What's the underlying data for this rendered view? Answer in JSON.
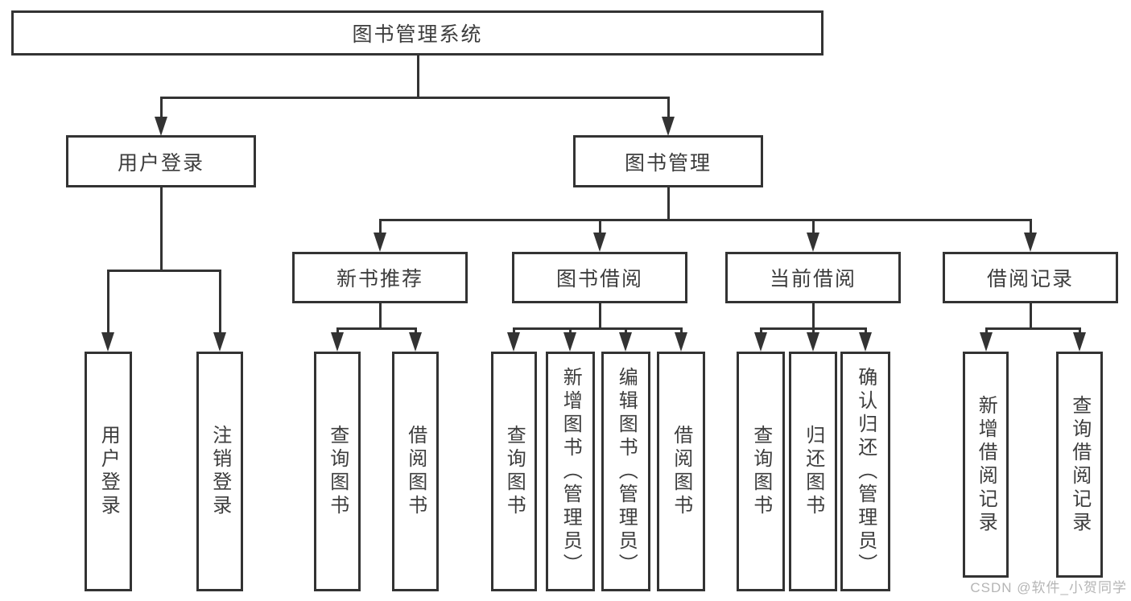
{
  "tree": {
    "root": "图书管理系统",
    "children": [
      {
        "label": "用户登录",
        "children": [
          "用户登录",
          "注销登录"
        ]
      },
      {
        "label": "图书管理",
        "children": [
          {
            "label": "新书推荐",
            "children": [
              "查询图书",
              "借阅图书"
            ]
          },
          {
            "label": "图书借阅",
            "children": [
              "查询图书",
              "新增图书（管理员）",
              "编辑图书（管理员）",
              "借阅图书"
            ]
          },
          {
            "label": "当前借阅",
            "children": [
              "查询图书",
              "归还图书",
              "确认归还（管理员）"
            ]
          },
          {
            "label": "借阅记录",
            "children": [
              "新增借阅记录",
              "查询借阅记录"
            ]
          }
        ]
      }
    ]
  },
  "watermark": {
    "text": "CSDN @软件_小贺同学"
  },
  "colors": {
    "line": "#333333",
    "text": "#3d3d3d",
    "watermark": "#b5b5b5",
    "background": "#ffffff"
  }
}
